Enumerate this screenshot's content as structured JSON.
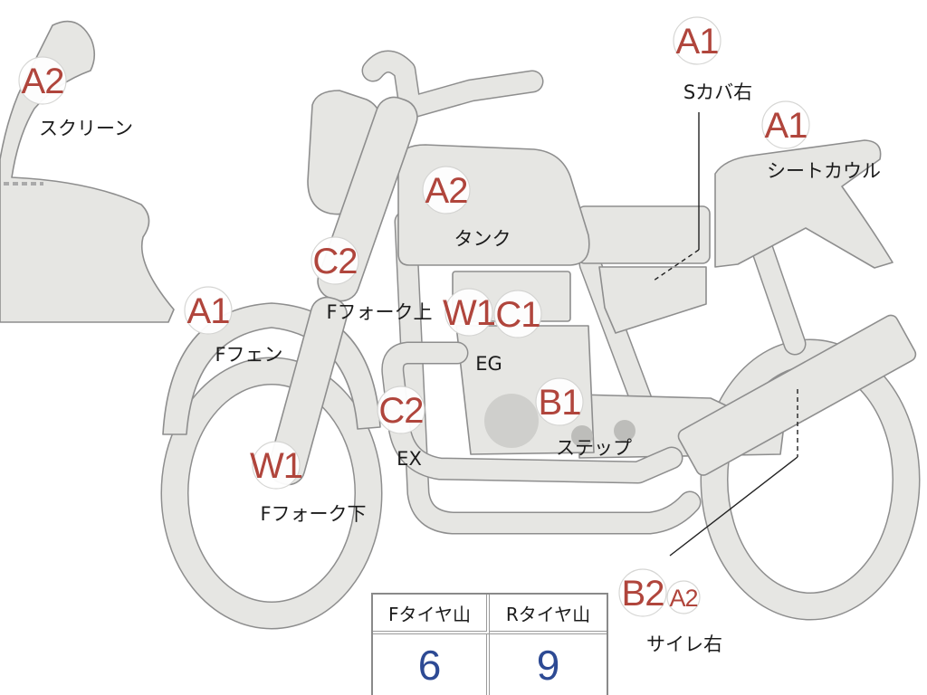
{
  "parts": {
    "screen": {
      "label": "スクリーン",
      "grades": [
        "A2"
      ]
    },
    "side_cover_right": {
      "label": "Sカバ右",
      "grades": [
        "A1"
      ]
    },
    "seat_cowl": {
      "label": "シートカウル",
      "grades": [
        "A1"
      ]
    },
    "tank": {
      "label": "タンク",
      "grades": [
        "A2"
      ]
    },
    "front_fork_upper": {
      "label": "Fフォーク上",
      "grades": [
        "C2"
      ]
    },
    "front_fender": {
      "label": "Fフェン",
      "grades": [
        "A1"
      ]
    },
    "engine": {
      "label": "EG",
      "grades": [
        "W1",
        "C1"
      ]
    },
    "exhaust": {
      "label": "EX",
      "grades": [
        "C2"
      ]
    },
    "step": {
      "label": "ステップ",
      "grades": [
        "B1"
      ]
    },
    "front_fork_lower": {
      "label": "Fフォーク下",
      "grades": [
        "W1"
      ]
    },
    "silencer_right": {
      "label": "サイレ右",
      "grades": [
        "B2",
        "A2"
      ]
    }
  },
  "tire_tread": {
    "headers": [
      "Fタイヤ山",
      "Rタイヤ山"
    ],
    "values": [
      "6",
      "9"
    ]
  },
  "colors": {
    "part_fill": "#e6e6e3",
    "part_outline": "#8e8e8e",
    "grade_text": "#b0453c",
    "tread_value": "#2d4a94"
  }
}
